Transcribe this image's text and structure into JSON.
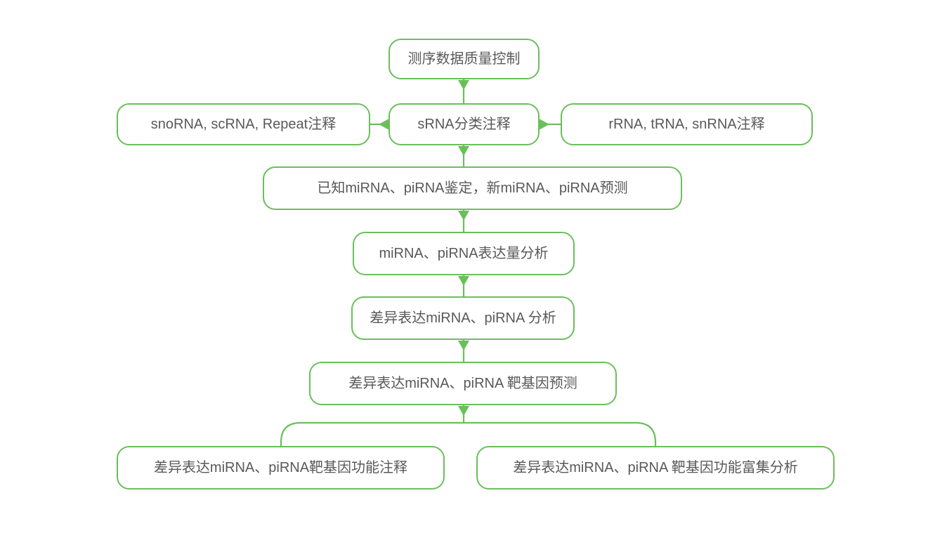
{
  "diagram": {
    "description": "sRNA sequencing analysis pipeline flowchart",
    "colors": {
      "accent": "#6abf5b",
      "text": "#595959",
      "background": "#ffffff"
    },
    "nodes": {
      "qc": {
        "label": "测序数据质量控制"
      },
      "sno": {
        "label": "snoRNA, scRNA, Repeat注释"
      },
      "srna": {
        "label": "sRNA分类注释"
      },
      "rrna": {
        "label": "rRNA, tRNA, snRNA注释"
      },
      "known": {
        "label": "已知miRNA、piRNA鉴定，新miRNA、piRNA预测"
      },
      "expr": {
        "label": "miRNA、piRNA表达量分析"
      },
      "diff": {
        "label": "差异表达miRNA、piRNA 分析"
      },
      "target": {
        "label": "差异表达miRNA、piRNA 靶基因预测"
      },
      "anno": {
        "label": "差异表达miRNA、piRNA靶基因功能注释"
      },
      "enrich": {
        "label": "差异表达miRNA、piRNA 靶基因功能富集分析"
      }
    },
    "edges": [
      {
        "from": "qc",
        "to": "srna"
      },
      {
        "from": "srna",
        "to": "sno"
      },
      {
        "from": "srna",
        "to": "rrna"
      },
      {
        "from": "srna",
        "to": "known"
      },
      {
        "from": "known",
        "to": "expr"
      },
      {
        "from": "expr",
        "to": "diff"
      },
      {
        "from": "diff",
        "to": "target"
      },
      {
        "from": "target",
        "to": "anno"
      },
      {
        "from": "target",
        "to": "enrich"
      }
    ]
  }
}
